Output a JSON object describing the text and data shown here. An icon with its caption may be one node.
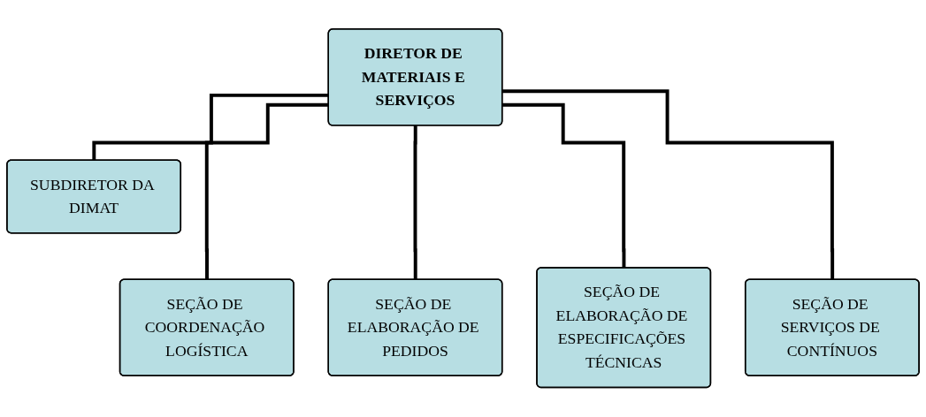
{
  "diagram": {
    "nodes": [
      {
        "text": [
          "DIRETOR DE MATERIAIS E SERVIÇOS"
        ]
      },
      {
        "text": [
          "SUBDIRETOR DA DIMAT"
        ]
      },
      {
        "text": [
          "SEÇÃO DE COORDENAÇÃO LOGÍSTICA"
        ]
      },
      {
        "text": [
          "SEÇÃO DE ELABORAÇÃO DE PEDIDOS"
        ]
      },
      {
        "text": [
          "SEÇÃO DE ELABORAÇÃO DE ESPECIFICAÇÕES TÉCNICAS"
        ]
      },
      {
        "text": [
          "SEÇÃO DE SERVIÇOS DE CONTÍNUOS"
        ]
      }
    ],
    "edges": [
      {
        "from": 0,
        "to": 1,
        "arrow": "none"
      },
      {
        "from": 0,
        "to": 2,
        "arrow": "none"
      },
      {
        "from": 0,
        "to": 3,
        "arrow": "none"
      },
      {
        "from": 0,
        "to": 4,
        "arrow": "none"
      },
      {
        "from": 0,
        "to": 5,
        "arrow": "none"
      }
    ]
  }
}
